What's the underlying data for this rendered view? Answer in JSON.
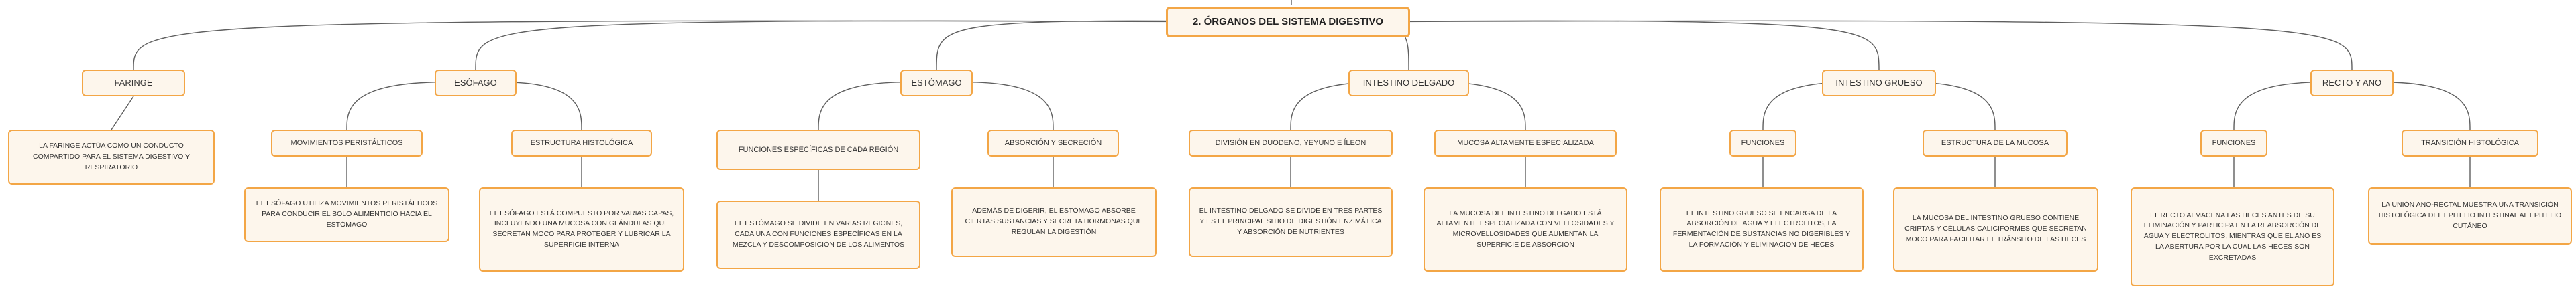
{
  "root": "2. ÓRGANOS DEL SISTEMA DIGESTIVO",
  "branches": [
    {
      "label": "FARINGE",
      "children": [
        {
          "label": "",
          "desc": "LA FARINGE ACTÚA COMO UN CONDUCTO COMPARTIDO PARA EL SISTEMA DIGESTIVO Y RESPIRATORIO"
        }
      ]
    },
    {
      "label": "ESÓFAGO",
      "children": [
        {
          "label": "MOVIMIENTOS PERISTÁLTICOS",
          "desc": "EL ESÓFAGO UTILIZA MOVIMIENTOS PERISTÁLTICOS PARA CONDUCIR EL BOLO ALIMENTICIO HACIA EL ESTÓMAGO"
        },
        {
          "label": "ESTRUCTURA HISTOLÓGICA",
          "desc": "EL ESÓFAGO ESTÁ COMPUESTO POR VARIAS CAPAS, INCLUYENDO UNA MUCOSA CON GLÁNDULAS QUE SECRETAN MOCO PARA PROTEGER Y LUBRICAR LA SUPERFICIE INTERNA"
        }
      ]
    },
    {
      "label": "ESTÓMAGO",
      "children": [
        {
          "label": "FUNCIONES ESPECÍFICAS DE CADA REGIÓN",
          "desc": "EL ESTÓMAGO SE DIVIDE EN VARIAS REGIONES, CADA UNA CON FUNCIONES ESPECÍFICAS EN LA MEZCLA Y DESCOMPOSICIÓN DE LOS ALIMENTOS"
        },
        {
          "label": "ABSORCIÓN Y SECRECIÓN",
          "desc": "ADEMÁS DE DIGERIR, EL ESTÓMAGO ABSORBE CIERTAS SUSTANCIAS Y SECRETA HORMONAS QUE REGULAN LA DIGESTIÓN"
        }
      ]
    },
    {
      "label": "INTESTINO DELGADO",
      "children": [
        {
          "label": "DIVISIÓN EN DUODENO, YEYUNO E ÍLEON",
          "desc": "EL INTESTINO DELGADO SE DIVIDE EN TRES PARTES Y ES EL PRINCIPAL SITIO DE DIGESTIÓN ENZIMÁTICA Y ABSORCIÓN DE NUTRIENTES"
        },
        {
          "label": "MUCOSA ALTAMENTE ESPECIALIZADA",
          "desc": "LA MUCOSA DEL INTESTINO DELGADO ESTÁ ALTAMENTE ESPECIALIZADA CON VELLOSIDADES Y MICROVELLOSIDADES QUE AUMENTAN LA SUPERFICIE DE ABSORCIÓN"
        }
      ]
    },
    {
      "label": "INTESTINO GRUESO",
      "children": [
        {
          "label": "FUNCIONES",
          "desc": "EL INTESTINO GRUESO SE ENCARGA DE LA ABSORCIÓN DE AGUA Y ELECTROLITOS, LA FERMENTACIÓN DE SUSTANCIAS NO DIGERIBLES Y LA FORMACIÓN Y ELIMINACIÓN DE HECES"
        },
        {
          "label": "ESTRUCTURA DE LA MUCOSA",
          "desc": "LA MUCOSA DEL INTESTINO GRUESO CONTIENE CRIPTAS Y CÉLULAS CALICIFORMES QUE SECRETAN MOCO PARA FACILITAR EL TRÁNSITO DE LAS HECES"
        }
      ]
    },
    {
      "label": "RECTO Y ANO",
      "children": [
        {
          "label": "FUNCIONES",
          "desc": "EL RECTO ALMACENA LAS HECES ANTES DE SU ELIMINACIÓN Y PARTICIPA EN LA REABSORCIÓN DE AGUA Y ELECTROLITOS, MIENTRAS QUE EL ANO ES LA ABERTURA POR LA CUAL LAS HECES SON EXCRETADAS"
        },
        {
          "label": "TRANSICIÓN HISTOLÓGICA",
          "desc": "LA UNIÓN ANO-RECTAL MUESTRA UNA TRANSICIÓN HISTOLÓGICA DEL EPITELIO INTESTINAL AL EPITELIO CUTÁNEO"
        }
      ]
    }
  ]
}
